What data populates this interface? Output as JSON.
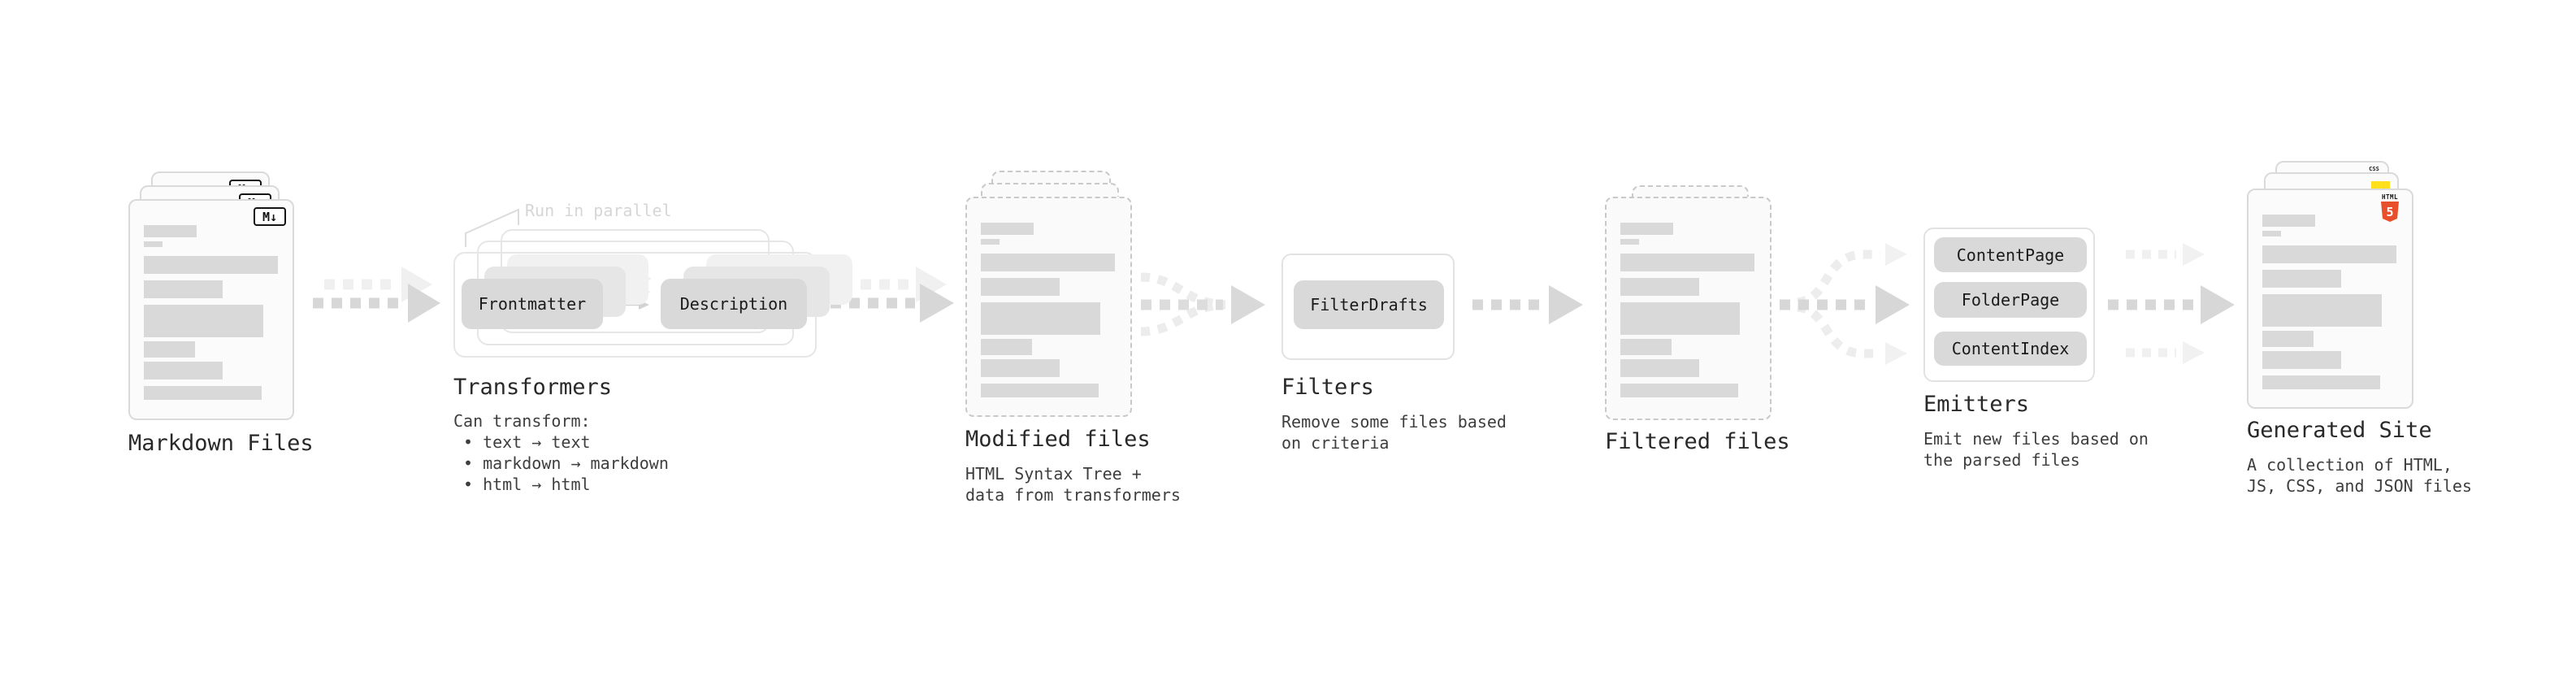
{
  "diagram": {
    "markdown_files": {
      "label": "Markdown Files",
      "badge": "M↓"
    },
    "transformers": {
      "label": "Transformers",
      "note": "Run in parallel",
      "pill_left": "Frontmatter",
      "pill_right": "Description",
      "caption_title": "Can transform:",
      "bullets": [
        "• text → text",
        "• markdown → markdown",
        "• html → html"
      ]
    },
    "modified_files": {
      "label": "Modified files",
      "caption": [
        "HTML Syntax Tree +",
        "data from transformers"
      ]
    },
    "filters": {
      "label": "Filters",
      "pill": "FilterDrafts",
      "caption": [
        "Remove some files based",
        "on criteria"
      ]
    },
    "filtered_files": {
      "label": "Filtered files"
    },
    "emitters": {
      "label": "Emitters",
      "pills": [
        "ContentPage",
        "FolderPage",
        "ContentIndex"
      ],
      "caption": [
        "Emit new files based on",
        "the parsed files"
      ]
    },
    "generated_site": {
      "label": "Generated Site",
      "caption": [
        "A collection of HTML,",
        "JS, CSS, and JSON files"
      ],
      "css_badge": "CSS",
      "html_badge": "HTML",
      "html5_number": "5"
    },
    "colors": {
      "accent_html5": "#e8502b",
      "accent_js": "#ffe01a",
      "accent_css": "#2a63f5",
      "bar_gray": "#d9d9d9",
      "arrow_dark": "#d7d7d7",
      "arrow_light": "#f0f0f0"
    }
  }
}
